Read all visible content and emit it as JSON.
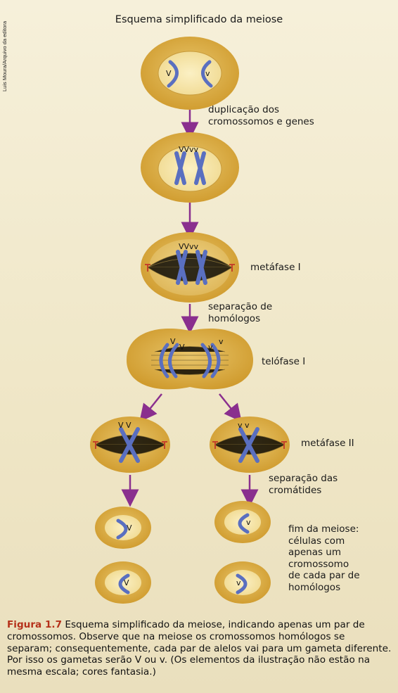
{
  "credit": "Luis Moura/Arquivo da editora",
  "title": "Esquema simplificado da meiose",
  "labels": {
    "step1": "duplicação dos\ncromossomos e genes",
    "stage1": "metáfase I",
    "step2": "separação de\nhomólogos",
    "stage2": "telófase I",
    "stage3": "metáfase II",
    "step3": "separação das\ncromátides",
    "end": "fim da meiose:\ncélulas com\napenas um\ncromossomo\nde cada par de\nhomólogos"
  },
  "alleles": {
    "V": "V",
    "v": "v",
    "VVvv": "VVvv",
    "VV": "V V",
    "vv": "v v"
  },
  "caption": {
    "figure": "Figura 1.7",
    "text": " Esquema simplificado da meiose, indicando apenas um par de cromossomos. Observe que na meiose os cromossomos homólogos se separam; consequentemente, cada par de alelos vai para um gameta diferente. Por isso os gametas serão V ou v. (Os elementos da ilustração não estão na mesma escala; cores fantasia.)"
  },
  "colors": {
    "cell_outer": "#d9a93a",
    "cell_inner": "#f2dfa0",
    "chromosome": "#5a6fc0",
    "arrow": "#8a2f8e",
    "caption_accent": "#b5311a"
  }
}
